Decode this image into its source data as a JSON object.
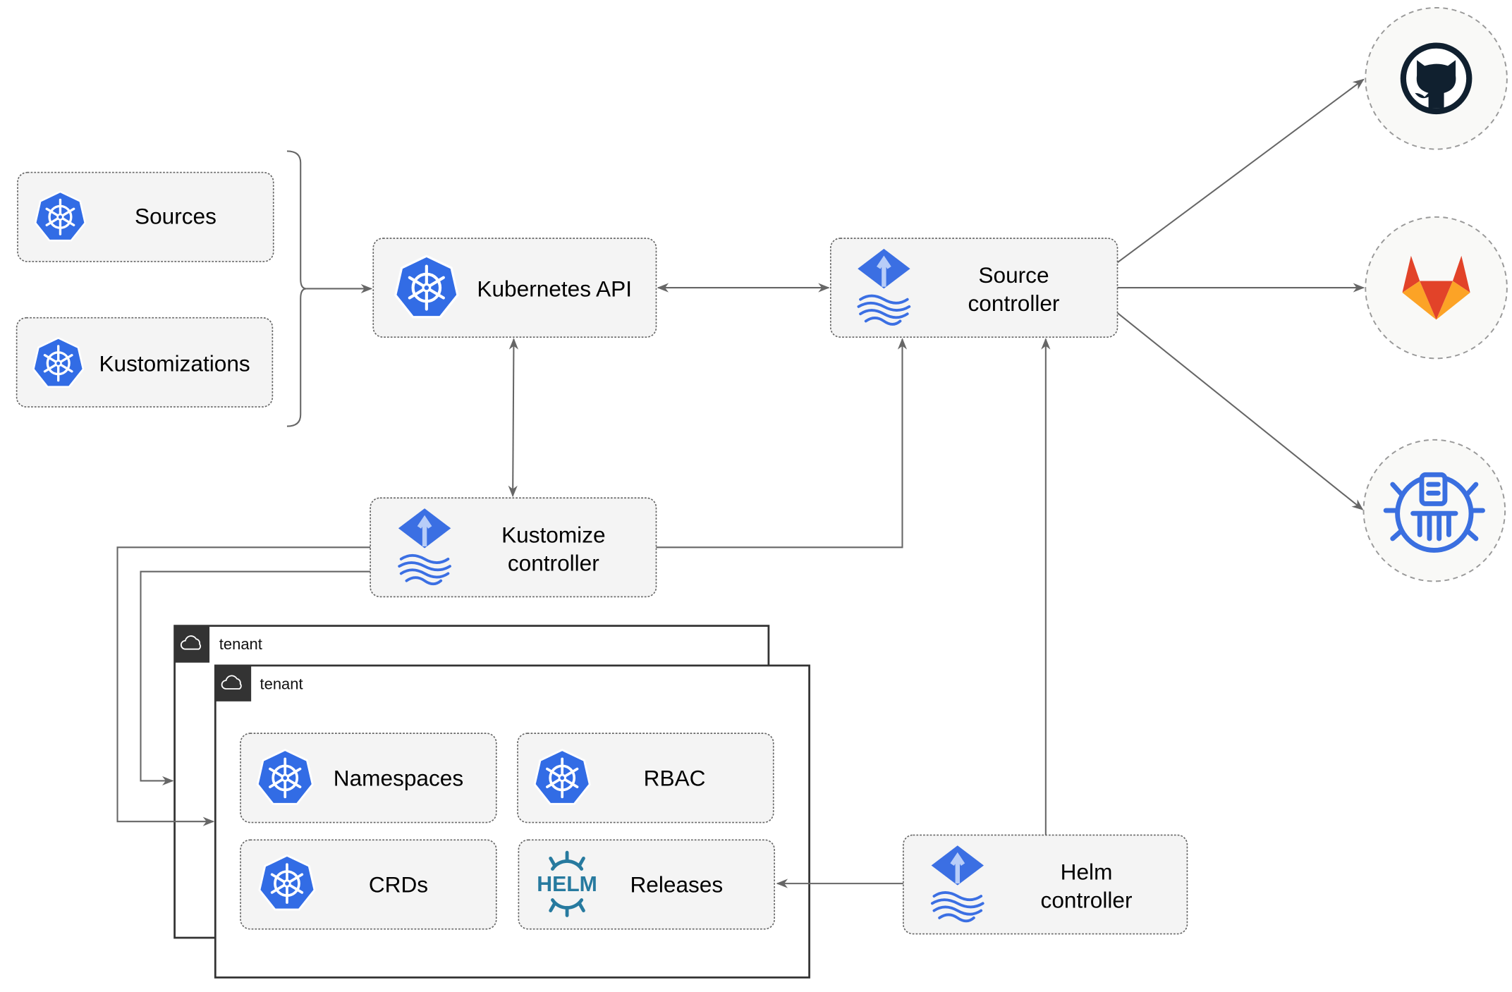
{
  "resources": {
    "sources": "Sources",
    "kustomizations": "Kustomizations"
  },
  "kubernetes_api": "Kubernetes API",
  "source_controller": {
    "line1": "Source",
    "line2": "controller"
  },
  "kustomize_controller": {
    "line1": "Kustomize",
    "line2": "controller"
  },
  "helm_controller": {
    "line1": "Helm",
    "line2": "controller"
  },
  "tenants": [
    {
      "label": "tenant"
    },
    {
      "label": "tenant"
    }
  ],
  "tenant_resources": {
    "namespaces": "Namespaces",
    "rbac": "RBAC",
    "crds": "CRDs",
    "releases": "Releases"
  },
  "helm_logo_text": "HELM",
  "external_sources": [
    {
      "icon": "github-icon",
      "color": "#10202f"
    },
    {
      "icon": "gitlab-icon",
      "color": "#e24329"
    },
    {
      "icon": "bucket-icon",
      "color": "#3a6fe0"
    }
  ],
  "colors": {
    "kubernetes_blue": "#326ce5",
    "flux_blue": "#3b6fe3",
    "helm_teal": "#277a9f",
    "edge": "#666666"
  }
}
